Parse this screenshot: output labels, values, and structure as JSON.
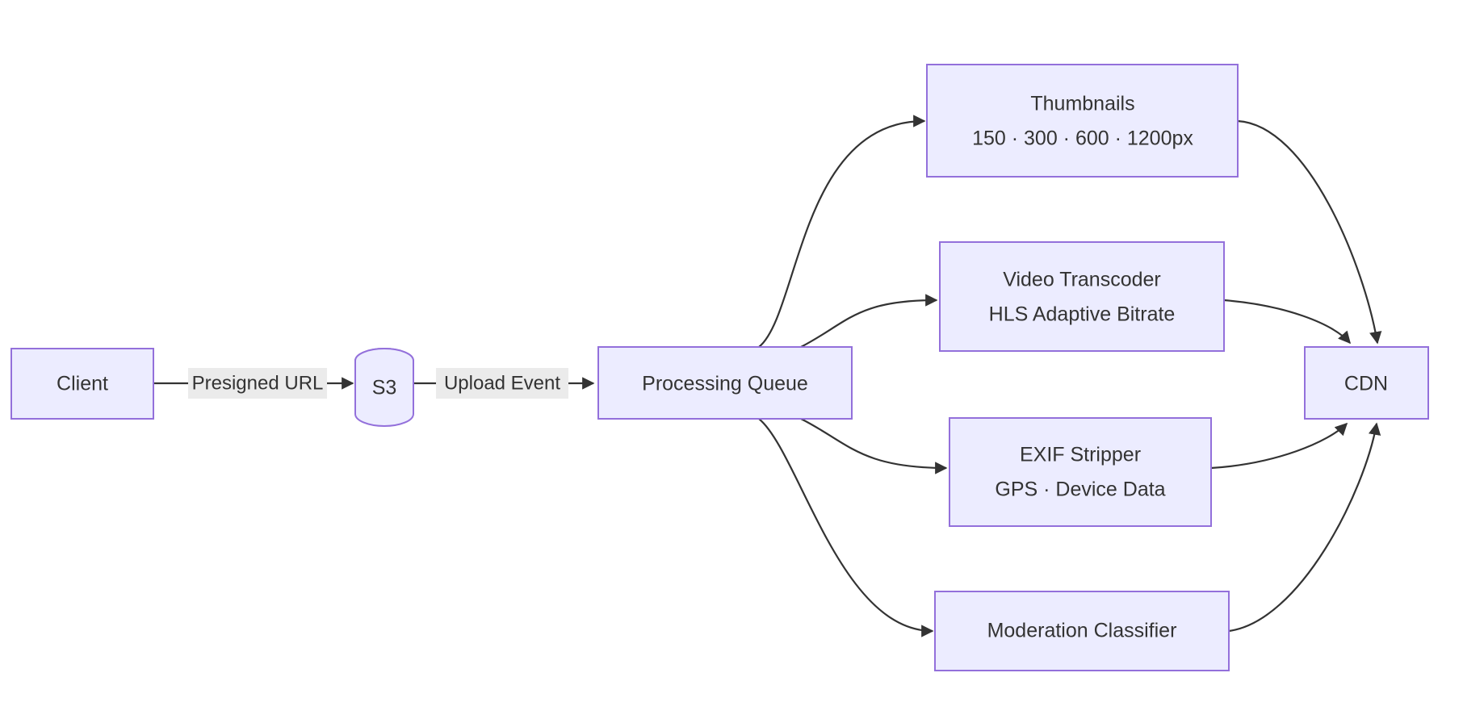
{
  "diagram": {
    "type": "flowchart",
    "direction": "left-to-right",
    "theme_colors": {
      "node_fill": "#ececff",
      "node_stroke": "#9370db",
      "edge_stroke": "#333333",
      "edge_label_bg": "#ebebeb",
      "text": "#333333",
      "background": "#ffffff"
    },
    "nodes": [
      {
        "id": "client",
        "shape": "rect",
        "lines": [
          "Client"
        ]
      },
      {
        "id": "s3",
        "shape": "cylinder",
        "lines": [
          "S3"
        ]
      },
      {
        "id": "queue",
        "shape": "rect",
        "lines": [
          "Processing Queue"
        ]
      },
      {
        "id": "thumbnails",
        "shape": "rect",
        "lines": [
          "Thumbnails",
          "150 · 300 · 600 · 1200px"
        ]
      },
      {
        "id": "video",
        "shape": "rect",
        "lines": [
          "Video Transcoder",
          "HLS Adaptive Bitrate"
        ]
      },
      {
        "id": "exif",
        "shape": "rect",
        "lines": [
          "EXIF Stripper",
          "GPS · Device Data"
        ]
      },
      {
        "id": "moderation",
        "shape": "rect",
        "lines": [
          "Moderation Classifier"
        ]
      },
      {
        "id": "cdn",
        "shape": "rect",
        "lines": [
          "CDN"
        ]
      }
    ],
    "node_text": {
      "client": "Client",
      "s3": "S3",
      "queue": "Processing Queue",
      "thumbnails_1": "Thumbnails",
      "thumbnails_2": "150 · 300 · 600 · 1200px",
      "video_1": "Video Transcoder",
      "video_2": "HLS Adaptive Bitrate",
      "exif_1": "EXIF Stripper",
      "exif_2": "GPS · Device Data",
      "moderation": "Moderation Classifier",
      "cdn": "CDN"
    },
    "edges": [
      {
        "from": "client",
        "to": "s3",
        "label": "Presigned URL"
      },
      {
        "from": "s3",
        "to": "queue",
        "label": "Upload Event"
      },
      {
        "from": "queue",
        "to": "thumbnails",
        "label": ""
      },
      {
        "from": "queue",
        "to": "video",
        "label": ""
      },
      {
        "from": "queue",
        "to": "exif",
        "label": ""
      },
      {
        "from": "queue",
        "to": "moderation",
        "label": ""
      },
      {
        "from": "thumbnails",
        "to": "cdn",
        "label": ""
      },
      {
        "from": "video",
        "to": "cdn",
        "label": ""
      },
      {
        "from": "exif",
        "to": "cdn",
        "label": ""
      },
      {
        "from": "moderation",
        "to": "cdn",
        "label": ""
      }
    ],
    "edge_labels": {
      "presigned_url": "Presigned URL",
      "upload_event": "Upload Event"
    }
  }
}
